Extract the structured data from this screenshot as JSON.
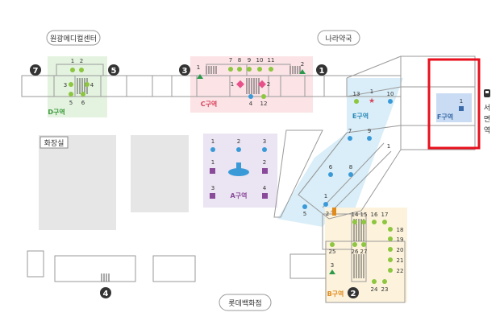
{
  "buildings": {
    "top_left": "원광메디컬센터",
    "top_right": "나라약국",
    "restroom": "화장실",
    "bottom": "롯데백화점"
  },
  "station": {
    "icon": "subway-icon",
    "name": [
      "서",
      "면",
      "역"
    ]
  },
  "zones": {
    "A": {
      "label": "A구역",
      "color": "#ebe4f2",
      "label_color": "#8a4a9a"
    },
    "B": {
      "label": "B구역",
      "color": "#fdf3dc",
      "label_color": "#e08a1e"
    },
    "C": {
      "label": "C구역",
      "color": "#fbe3e6",
      "label_color": "#d8425a"
    },
    "D": {
      "label": "D구역",
      "color": "#e4f3e0",
      "label_color": "#3a9a3a"
    },
    "E": {
      "label": "E구역",
      "color": "#d9eef8",
      "label_color": "#2a88b8"
    },
    "F": {
      "label": "F구역",
      "color": "#c9dcf3",
      "label_color": "#3a6aa8"
    }
  },
  "exits": {
    "e7": "7",
    "e5": "5",
    "e3": "3",
    "e1": "1",
    "e4": "4",
    "e2": "2"
  },
  "d_nums": {
    "n1": "1",
    "n2": "2",
    "n3": "3",
    "n4": "4",
    "n5": "5",
    "n6": "6"
  },
  "c_nums": {
    "n1": "1",
    "n2": "2",
    "n4": "4",
    "n7": "7",
    "n8": "8",
    "n9": "9",
    "n10": "10",
    "n11": "11",
    "n12": "12",
    "n1b": "1",
    "n2b": "2"
  },
  "a_nums": {
    "n1": "1",
    "n2": "2",
    "n3": "3",
    "n1b": "1",
    "n2b": "2",
    "n3b": "3",
    "n4b": "4"
  },
  "e_nums": {
    "n13": "13",
    "n1": "1",
    "n10": "10",
    "n7": "7",
    "n9": "9",
    "n1b": "1",
    "n6": "6",
    "n8": "8",
    "n1c": "1",
    "n5": "5",
    "n2": "2"
  },
  "b_nums": {
    "n14": "14",
    "n15": "15",
    "n16": "16",
    "n17": "17",
    "n18": "18",
    "n19": "19",
    "n20": "20",
    "n21": "21",
    "n22": "22",
    "n25": "25",
    "n26": "26",
    "n27": "27",
    "n3": "3",
    "n24": "24",
    "n23": "23"
  },
  "f_nums": {
    "n1": "1"
  },
  "highlight_color": "#e8101e"
}
